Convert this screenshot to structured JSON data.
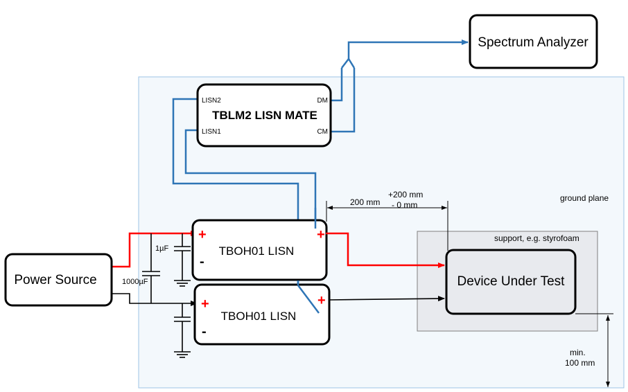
{
  "blocks": {
    "spectrum_analyzer": "Spectrum Analyzer",
    "lisn_mate": "TBLM2 LISN MATE",
    "lisn_top": "TBOH01 LISN",
    "lisn_bottom": "TBOH01 LISN",
    "power_source": "Power Source",
    "dut": "Device Under Test"
  },
  "mate_ports": {
    "lisn2": "LISN2",
    "lisn1": "LISN1",
    "dm": "DM",
    "cm": "CM"
  },
  "components": {
    "cap_1uf": "1µF",
    "cap_1000uf": "1000µF"
  },
  "polarity": {
    "plus": "+",
    "minus": "-"
  },
  "annotations": {
    "distance": "200 mm",
    "tolerance_plus": "+200 mm",
    "tolerance_minus": "- 0 mm",
    "ground_plane": "ground plane",
    "support": "support, e.g. styrofoam",
    "min_label": "min.",
    "min_value": "100 mm"
  },
  "colors": {
    "ground_plane_fill": "#f3f8fc",
    "ground_plane_border": "#9dc3e6",
    "signal_blue": "#2e75b6",
    "power_red": "#ff0000",
    "support_fill": "#e8eaee"
  }
}
